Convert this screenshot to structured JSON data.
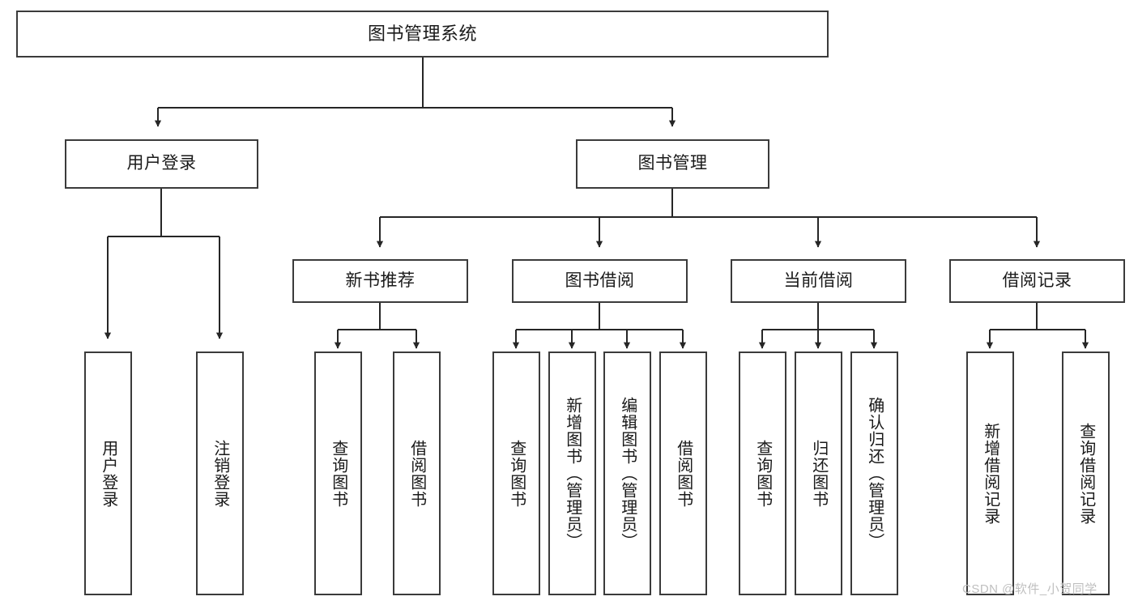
{
  "diagram": {
    "type": "tree-hierarchy-chart",
    "title": "图书管理系统",
    "style": {
      "background": "#ffffff",
      "box_border": "#3b3b3b",
      "box_fill": "#ffffff",
      "connector": "#262626",
      "text": "#1a1a1a",
      "watermark": "#bfbfbf"
    },
    "levels": [
      {
        "level": 1,
        "nodes": [
          {
            "id": "root",
            "label": "图书管理系统",
            "orientation": "horizontal"
          }
        ]
      },
      {
        "level": 2,
        "nodes": [
          {
            "id": "user-login",
            "label": "用户登录",
            "orientation": "horizontal",
            "parent": "root"
          },
          {
            "id": "book-manage",
            "label": "图书管理",
            "orientation": "horizontal",
            "parent": "root"
          }
        ]
      },
      {
        "level": 3,
        "nodes": [
          {
            "id": "new-book-rec",
            "label": "新书推荐",
            "orientation": "horizontal",
            "parent": "book-manage"
          },
          {
            "id": "book-borrow",
            "label": "图书借阅",
            "orientation": "horizontal",
            "parent": "book-manage"
          },
          {
            "id": "current-borrow",
            "label": "当前借阅",
            "orientation": "horizontal",
            "parent": "book-manage"
          },
          {
            "id": "borrow-record",
            "label": "借阅记录",
            "orientation": "horizontal",
            "parent": "book-manage"
          }
        ]
      },
      {
        "level": 4,
        "nodes": [
          {
            "id": "leaf-user-login",
            "label": "用户登录",
            "orientation": "vertical",
            "parent": "user-login"
          },
          {
            "id": "leaf-logout-login",
            "label": "注销登录",
            "orientation": "vertical",
            "parent": "user-login"
          },
          {
            "id": "leaf-query-book-1",
            "label": "查询图书",
            "orientation": "vertical",
            "parent": "new-book-rec"
          },
          {
            "id": "leaf-borrow-book-1",
            "label": "借阅图书",
            "orientation": "vertical",
            "parent": "new-book-rec"
          },
          {
            "id": "leaf-query-book-2",
            "label": "查询图书",
            "orientation": "vertical",
            "parent": "book-borrow"
          },
          {
            "id": "leaf-add-book",
            "label": "新增图书（管理员）",
            "orientation": "vertical",
            "parent": "book-borrow"
          },
          {
            "id": "leaf-edit-book",
            "label": "编辑图书（管理员）",
            "orientation": "vertical",
            "parent": "book-borrow"
          },
          {
            "id": "leaf-borrow-book-2",
            "label": "借阅图书",
            "orientation": "vertical",
            "parent": "book-borrow"
          },
          {
            "id": "leaf-query-book-3",
            "label": "查询图书",
            "orientation": "vertical",
            "parent": "current-borrow"
          },
          {
            "id": "leaf-return-book",
            "label": "归还图书",
            "orientation": "vertical",
            "parent": "current-borrow"
          },
          {
            "id": "leaf-confirm-return",
            "label": "确认归还（管理员）",
            "orientation": "vertical",
            "parent": "current-borrow"
          },
          {
            "id": "leaf-add-record",
            "label": "新增借阅记录",
            "orientation": "vertical",
            "parent": "borrow-record"
          },
          {
            "id": "leaf-query-record",
            "label": "查询借阅记录",
            "orientation": "vertical",
            "parent": "borrow-record"
          }
        ]
      }
    ]
  },
  "watermark": {
    "text": "CSDN @软件_小贺同学"
  }
}
